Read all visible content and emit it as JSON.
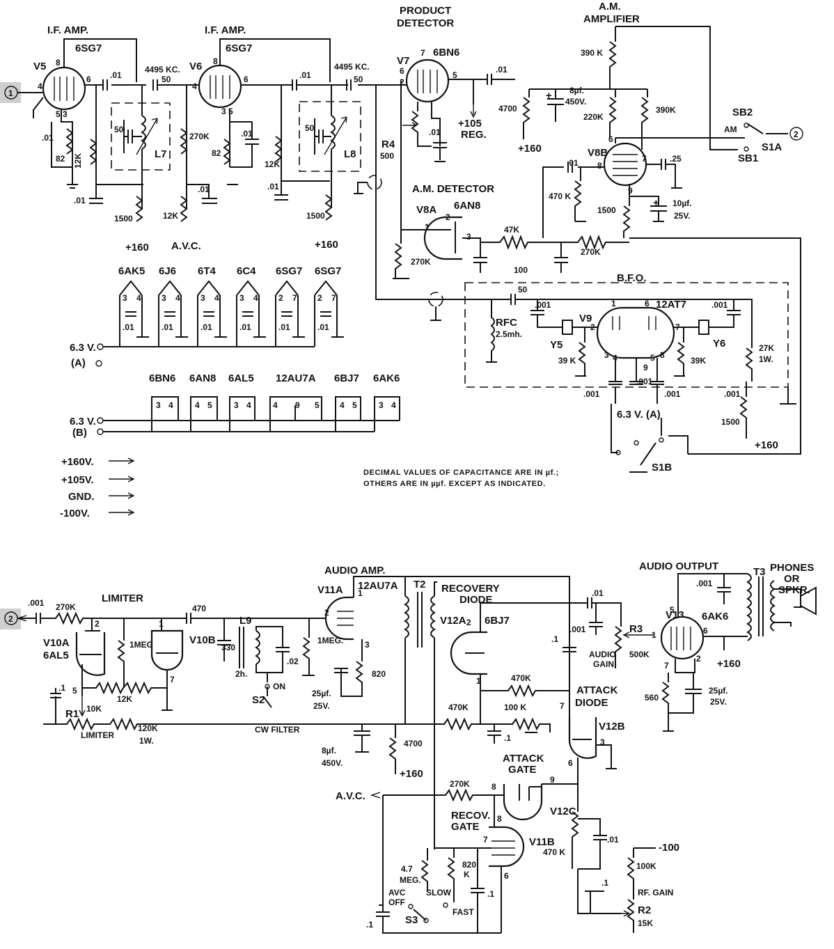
{
  "blocks": {
    "if_amp_1": "I.F. AMP.",
    "if_amp_2": "I.F. AMP.",
    "product_detector": [
      "PRODUCT",
      "DETECTOR"
    ],
    "am_amplifier": [
      "A.M.",
      "AMPLIFIER"
    ],
    "am_detector": "A.M. DETECTOR",
    "bfo": "B.F.O.",
    "limiter": "LIMITER",
    "audio_amp": "AUDIO AMP.",
    "recovery_diode": [
      "RECOVERY",
      "DIODE"
    ],
    "audio_output": "AUDIO OUTPUT",
    "attack_diode": [
      "ATTACK",
      "DIODE"
    ],
    "attack_gate": [
      "ATTACK",
      "GATE"
    ],
    "recov_gate": [
      "RECOV.",
      "GATE"
    ],
    "phones": [
      "PHONES",
      "OR",
      "SPKR."
    ]
  },
  "tubes": {
    "v5": "V5",
    "v5_type": "6SG7",
    "v6": "V6",
    "v6_type": "6SG7",
    "v7": "V7",
    "v7_type": "6BN6",
    "v8a": "V8A",
    "v8a_type": "6AN8",
    "v8b": "V8B",
    "v9": "V9",
    "v9_type": "12AT7",
    "v10a": "V10A",
    "v10a_type": "6AL5",
    "v10b": "V10B",
    "v11a": "V11A",
    "v11a_type": "12AU7A",
    "v11b": "V11B",
    "v12a": "V12A",
    "v12a_type": "6BJ7",
    "v12b": "V12B",
    "v12c": "V12C",
    "v13": "V13",
    "v13_type": "6AK6"
  },
  "components": {
    "freq1": "4495 KC.",
    "freq2": "4495 KC.",
    "L7": "L7",
    "L8": "L8",
    "L9": "L9",
    "c50a": "50",
    "c50b": "50",
    "c50c": "50",
    "c50d": "50",
    "c50e": "50",
    "c01": ".01",
    "r12k": "12K",
    "r82": "82",
    "r270k": "270K",
    "r1500": "1500",
    "r390k": "390 K",
    "r220k": "220K",
    "r390k2": "390K",
    "r4700": "4700",
    "c8uf": "8µf.",
    "c450v": "450V.",
    "r470k": "470 K",
    "c25": ".25",
    "c10uf": "10µf.",
    "c25v": "25V.",
    "r47k": "47K",
    "c100": "100",
    "R4": "R4",
    "r500": "500",
    "rfc": "RFC",
    "rfc_val": "2.5mh.",
    "c001": ".001",
    "Y5": "Y5",
    "Y6": "Y6",
    "r39k": "39 K",
    "r39k2": "39K",
    "r27k": "27K",
    "r1w": "1W.",
    "r1meg": "1MEG.",
    "c330": "330",
    "c02": ".02",
    "l2h": "2h.",
    "r120k": "120K",
    "r120k_w": "1W.",
    "r10k": "10K",
    "R1": "R1",
    "c1": ".1",
    "c470": "470",
    "T2": "T2",
    "T3": "T3",
    "r820": "820",
    "c25uf": "25µf.",
    "r100k": "100 K",
    "r470k2": "470K",
    "R3": "R3",
    "r500k": "500K",
    "audio_gain": [
      "AUDIO",
      "GAIN"
    ],
    "r560": "560",
    "r4_7meg": [
      "4.7",
      "MEG."
    ],
    "r820k": [
      "820",
      "K"
    ],
    "avc_off": [
      "AVC",
      "OFF"
    ],
    "slow": "SLOW",
    "fast": "FAST",
    "S2": "S2",
    "S3": "S3",
    "S1A": "S1A",
    "S1B": "S1B",
    "SB1": "SB1",
    "SB2": "SB2",
    "AM": "AM",
    "on": "ON",
    "rf_gain": "RF. GAIN",
    "R2": "R2",
    "r15k": "15K",
    "r100k3": "100K",
    "cw_filter": "CW FILTER",
    "limiter_pot": "LIMITER"
  },
  "supplies": {
    "p160": "+160",
    "p105": "+105",
    "reg": "REG.",
    "avc": "A.V.C.",
    "m100": "-100",
    "list": [
      "+160V.",
      "+105V.",
      "GND.",
      "-100V."
    ]
  },
  "heaters": {
    "row_a": [
      "6AK5",
      "6J6",
      "6T4",
      "6C4",
      "6SG7",
      "6SG7"
    ],
    "row_a_pins": [
      [
        "3",
        "4"
      ],
      [
        "3",
        "4"
      ],
      [
        "3",
        "4"
      ],
      [
        "3",
        "4"
      ],
      [
        "2",
        "7"
      ],
      [
        "2",
        "7"
      ]
    ],
    "row_b": [
      "6BN6",
      "6AN8",
      "6AL5",
      "12AU7A",
      "6BJ7",
      "6AK6"
    ],
    "row_b_pins": [
      [
        "3",
        "4"
      ],
      [
        "4",
        "5"
      ],
      [
        "3",
        "4"
      ],
      [
        "4",
        "9",
        "5"
      ],
      [
        "4",
        "5"
      ],
      [
        "3",
        "4"
      ]
    ],
    "v63a": "6.3 V.",
    "a": "(A)",
    "v63b": "6.3 V.",
    "b": "(B)",
    "bfo_heater": "6.3 V. (A)"
  },
  "connectors": {
    "c1": "1",
    "c2": "2",
    "c2b": "2"
  },
  "note": [
    "DECIMAL VALUES OF CAPACITANCE ARE IN µf.;",
    "OTHERS ARE IN µµf. EXCEPT AS INDICATED."
  ]
}
